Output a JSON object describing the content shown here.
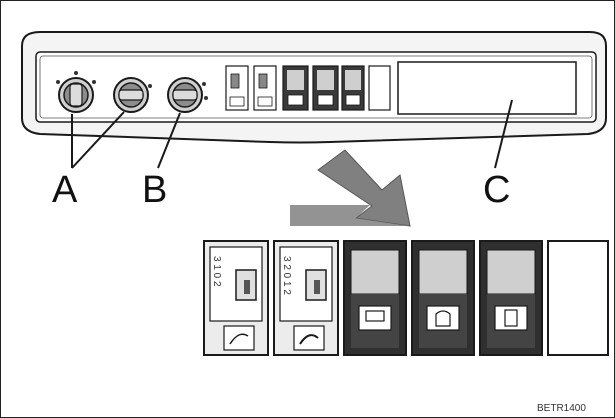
{
  "figure": {
    "code": "BETR1400",
    "callouts": {
      "a": "A",
      "b": "B",
      "c": "C"
    }
  },
  "switch_panel": {
    "rocker_labels": [
      "3 1 0 2",
      "3 2 0 1 2"
    ]
  },
  "icons": {
    "knob_a1": "rotary-knob-icon",
    "knob_a2": "rotary-knob-icon",
    "knob_b": "rotary-knob-icon",
    "wiper_front": "front-wiper-icon",
    "wiper_rear": "rear-wiper-icon",
    "work_light": "work-light-icon",
    "beacon": "beacon-light-icon",
    "heated_seat": "heated-seat-icon",
    "arrow": "down-arrow-icon"
  },
  "colors": {
    "line": "#1a1a1a",
    "panel_fill": "#f2f2f2",
    "switch_dark": "#3a3a3a",
    "arrow_grey": "#808080"
  }
}
